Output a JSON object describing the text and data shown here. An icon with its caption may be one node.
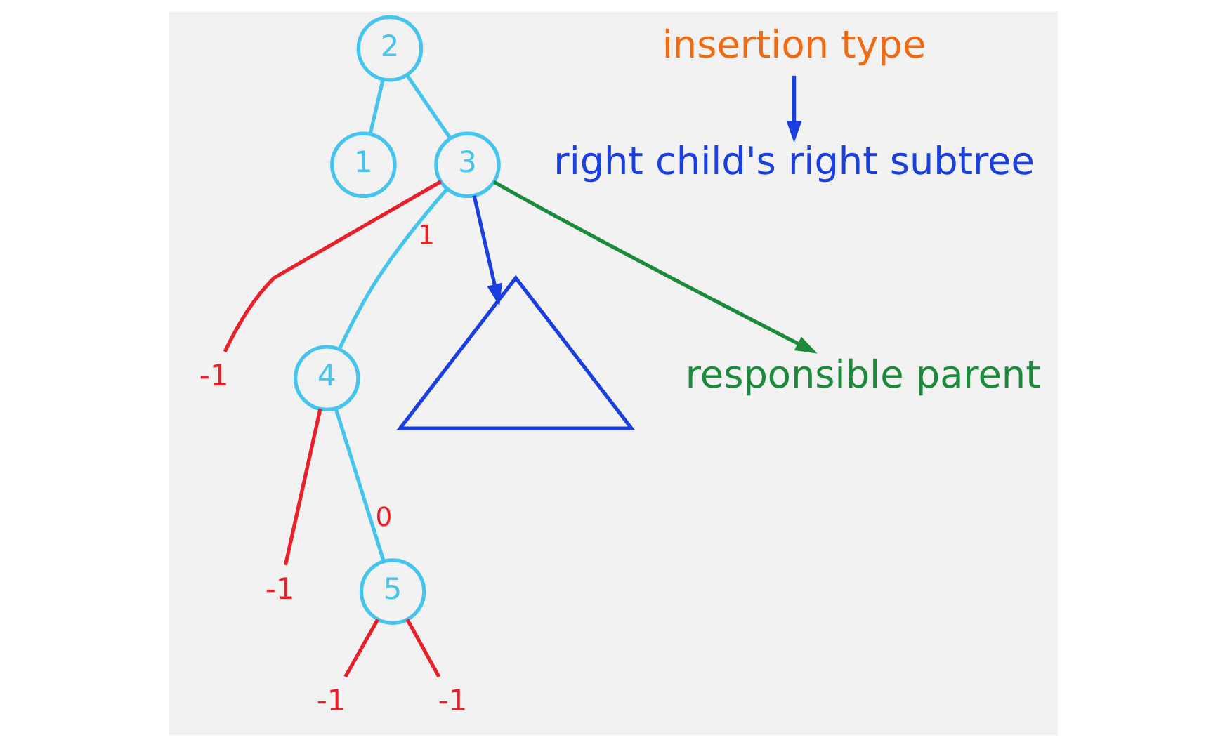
{
  "diagram": {
    "nodes": [
      {
        "text": [
          "2"
        ]
      },
      {
        "text": [
          "1"
        ]
      },
      {
        "text": [
          "3"
        ]
      },
      {
        "text": [
          "-1"
        ]
      },
      {
        "text": [
          "4"
        ]
      },
      {
        "text": [
          "-1"
        ]
      },
      {
        "text": [],
        "shape": "triangle"
      },
      {
        "text": [
          "5"
        ]
      },
      {
        "text": [
          "-1"
        ]
      },
      {
        "text": [
          "-1"
        ]
      },
      {
        "text": [
          "responsible parent"
        ]
      },
      {
        "text": [
          "insertion type"
        ]
      },
      {
        "text": [
          "right child's right subtree"
        ]
      }
    ],
    "edges": [
      {
        "from": 0,
        "to": 1,
        "arrow": "none"
      },
      {
        "from": 0,
        "to": 2,
        "arrow": "none"
      },
      {
        "from": 2,
        "to": 3,
        "arrow": "none",
        "color": "#e8202a"
      },
      {
        "from": 2,
        "to": 4,
        "arrow": "none",
        "label": "1"
      },
      {
        "from": 4,
        "to": 5,
        "arrow": "none",
        "color": "#e8202a"
      },
      {
        "from": 4,
        "to": 7,
        "arrow": "none",
        "label": "0"
      },
      {
        "from": 7,
        "to": 8,
        "arrow": "none",
        "color": "#e8202a"
      },
      {
        "from": 7,
        "to": 9,
        "arrow": "none",
        "color": "#e8202a"
      },
      {
        "from": 2,
        "to": 10,
        "arrow": "to",
        "color": "#1b8a3a"
      },
      {
        "from": 2,
        "to": 6,
        "arrow": "to",
        "color": "#1a3fe0"
      },
      {
        "from": 11,
        "to": 12,
        "arrow": "to",
        "color": "#1a3fe0"
      }
    ]
  }
}
